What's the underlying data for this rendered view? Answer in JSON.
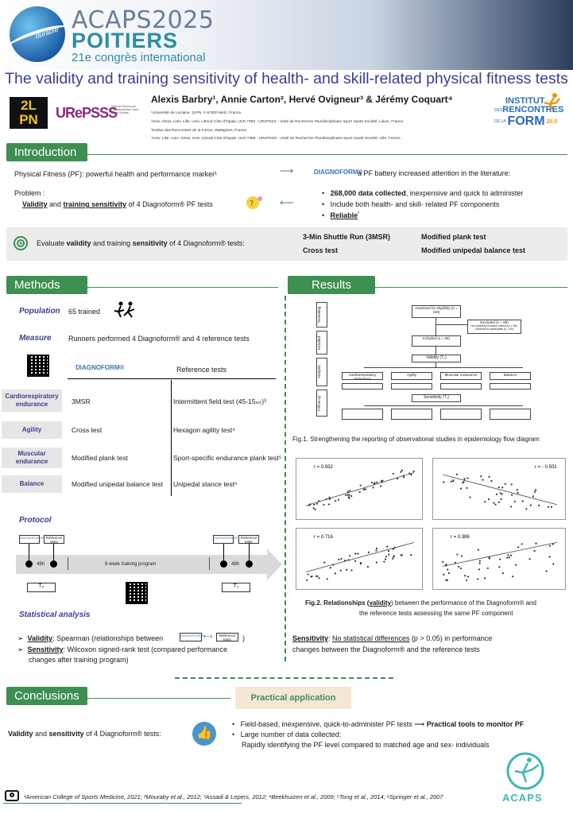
{
  "header": {
    "logo_word": "durable",
    "brand": "ACAPS2025",
    "city": "POITIERS",
    "congress": "21e congrès international"
  },
  "title": "The validity and training sensitivity of health- and skill-related physical fitness tests",
  "authors": "Alexis Barbry¹, Annie Carton², Hervé Ovigneur³ & Jérémy Coquart⁴",
  "affiliations": [
    "¹Université de Lorraine, 2LPN, F-57000 Metz, France.",
    "²Univ. Artois, Univ. Lille, Univ. Littoral Côte d'Opale, ULR 7369 - URePSSS - Unité de Recherche Pluridisciplinaire Sport Santé Société, Liévin, France.",
    "³Institut des Rencontres de la Forme, Wattignies, France.",
    "⁴Univ. Lille, Univ. Artois, Univ. Littoral Côte d'Opale, ULR 7369 - URePSSS - Unité de Recherche Pluridisciplinaire Sport Santé Société, Lille, France."
  ],
  "logos": {
    "lpn_top": "2L",
    "lpn_bottom": "PN",
    "urepsss": "URePSSS",
    "urepsss_sub": "Unité de Recherche Pluridisciplinaire Sport Santé Société",
    "institut": [
      "INSTITUT",
      "DES",
      "RENCONTRES",
      "DE LA",
      "FORM",
      "20.0"
    ],
    "acaps": "ACAPS"
  },
  "introduction": {
    "heading": "Introduction",
    "pf_line": "Physical Fitness (PF): powerful health and performance marker¹",
    "diagnoform_logo": "DIAGNOFORM®",
    "battery_text": "a PF battery increased attention in the literature:",
    "problem_label": "Problem :",
    "problem_text_1": "Validity",
    "problem_text_2": " and ",
    "problem_text_3": "training sensitivity",
    "problem_text_4": " of 4 Diagnoform® PF tests",
    "bullets": [
      {
        "bold": "268,000 data collected",
        "rest": ", inexpensive and quick to administer"
      },
      {
        "bold": "",
        "rest": "Include both health- and skill- related PF components"
      },
      {
        "bold": "Reliable",
        "rest": "²"
      }
    ],
    "aim_1": "Evaluate ",
    "aim_2": "validity",
    "aim_3": " and training ",
    "aim_4": "sensitivity",
    "aim_5": " of 4 Diagnoform® tests:",
    "tests": [
      "3-Min Shuttle Run (3MSR)",
      "Modified plank test",
      "Cross test",
      "Modified unipedal balance test"
    ]
  },
  "methods": {
    "heading": "Methods",
    "population_label": "Population",
    "population_text": "65 trained",
    "measure_label": "Measure",
    "measure_text": "Runners performed 4 Diagnoform® and 4 reference tests",
    "table_header_left": "DIAGNOFORM®",
    "table_header_right": "Reference tests",
    "rows": [
      {
        "component": "Cardiorespiratory endurance",
        "diagnoform": "3MSR",
        "reference": "Intermittent field test (45-15ₘₜ)³"
      },
      {
        "component": "Agility",
        "diagnoform": "Cross test",
        "reference": "Hexagon agility test⁴"
      },
      {
        "component": "Muscular endurance",
        "diagnoform": "Modified plank test",
        "reference": "Sport-specific endurance plank test⁵"
      },
      {
        "component": "Balance",
        "diagnoform": "Modified unipedal balance test",
        "reference": "Unipedal stance test⁶"
      }
    ],
    "protocol_label": "Protocol",
    "protocol": {
      "ref_tests": "Reference tests",
      "h48": "48h",
      "training": "8 week training program",
      "t0": "T₀",
      "t1": "T₁"
    },
    "stat_label": "Statistical analysis",
    "stat_validity_b": "Validity",
    "stat_validity": ": Spearman (relationships between",
    "stat_validity_end": ")",
    "stat_sens_b": "Sensitivity",
    "stat_sens": ": Wilcoxon signed-rank test (compared performance",
    "stat_sens_2": "changes after training program)"
  },
  "results": {
    "heading": "Results",
    "flow": {
      "side": [
        "Screening",
        "Included",
        "Analysis",
        "Follow-up"
      ],
      "assessed": "Assessed for eligibility (n = 150)",
      "excluded": "Excluded (n = 85)",
      "excluded_detail": "Not meeting inclusion criteria (n = 35); Declined to participate (n = 50)",
      "included": "Included (n = 65)",
      "validity": "Validity (T₀)",
      "sensitivity": "Sensitivity (T₁)",
      "groups": [
        "Cardiorespiratory endurance",
        "Agility",
        "Muscular endurance",
        "Balance"
      ]
    },
    "fig1": "Fig.1. Strengthening the reporting of observational studies in epidemiology flow diagram",
    "fig2_1": "Fig.2. Relationships (",
    "fig2_v": "validity",
    "fig2_2": ") between the performance of the Diagnoform® and",
    "fig2_3": "the reference tests assessing the same PF component",
    "sens_b": "Sensitivity",
    "sens_u": "No statistical differences",
    "sens_1": " (p > 0.05) in performance",
    "sens_2": "changes  between the Diagnoform® and the reference tests"
  },
  "chart_data": [
    {
      "type": "scatter",
      "r_label": "r = 0.932",
      "trend": "positive",
      "r": 0.932
    },
    {
      "type": "scatter",
      "r_label": "r = - 0.502",
      "trend": "negative",
      "r": -0.502
    },
    {
      "type": "scatter",
      "r_label": "r = 0.716",
      "trend": "positive",
      "r": 0.716
    },
    {
      "type": "scatter",
      "r_label": "r = 0.386",
      "trend": "positive",
      "r": 0.386
    }
  ],
  "conclusions": {
    "heading": "Conclusions",
    "practical": "Practical application",
    "left_1": "Validity",
    "left_2": " and ",
    "left_3": "sensitivity",
    "left_4": " of 4 Diagnoform® tests:",
    "b1": "Field-based, inexpensive, quick-to-administer PF tests",
    "b1_arrow": "⟶",
    "b1_bold": "Practical tools to monitor PF",
    "b2": "Large number of data collected:",
    "b2_cont": "Rapidly identifying the PF level compared to matched age and sex- individuals"
  },
  "footer": "¹American College of Sports Medicine, 2021; ²Mouraby et al., 2012; ³Assadi & Lepers, 2012; ⁴Beekhuizen et al., 2009; ⁵Tong et al., 2014; ⁶Springer et al., 2007"
}
